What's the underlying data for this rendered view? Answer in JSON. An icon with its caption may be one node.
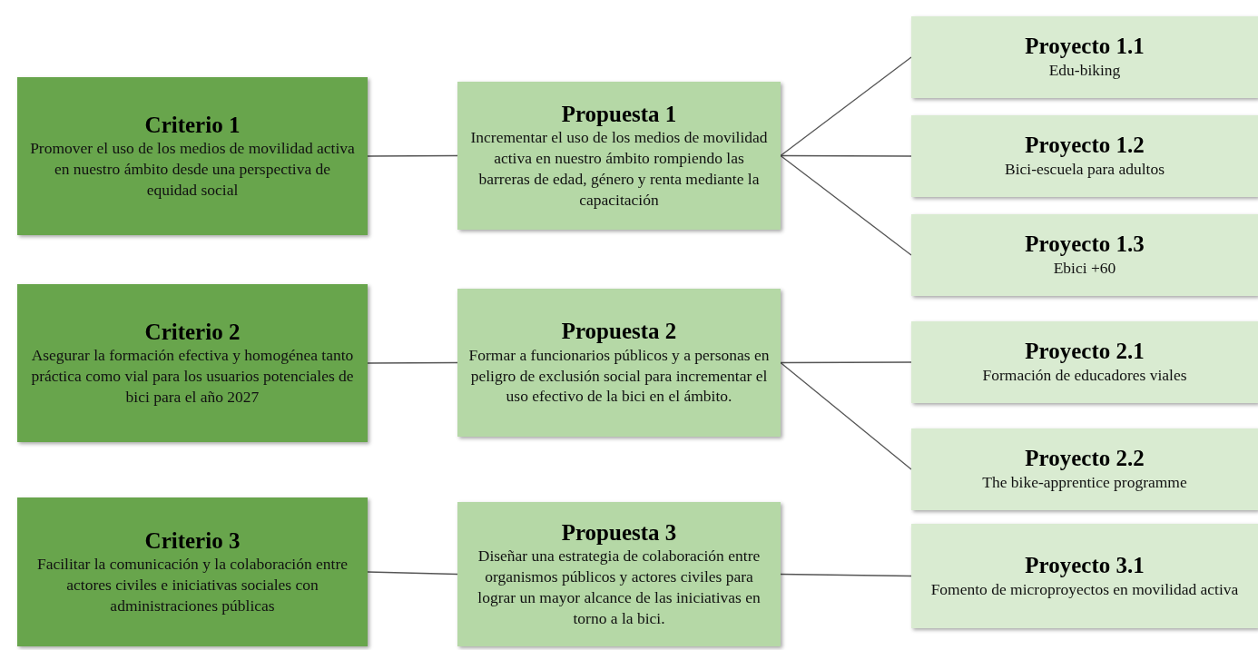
{
  "diagram": {
    "nodes": [
      {
        "text": [
          "Criterio 1",
          "Promover el uso de los medios de movilidad activa en nuestro ámbito desde una perspectiva de equidad social"
        ]
      },
      {
        "text": [
          "Propuesta 1",
          "Incrementar el uso de los medios de movilidad activa en nuestro ámbito rompiendo las barreras de edad, género y renta mediante la capacitación"
        ]
      },
      {
        "text": [
          "Proyecto 1.1",
          "Edu-biking"
        ]
      },
      {
        "text": [
          "Proyecto 1.2",
          "Bici-escuela para adultos"
        ]
      },
      {
        "text": [
          "Proyecto 1.3",
          "Ebici +60"
        ]
      },
      {
        "text": [
          "Criterio 2",
          "Asegurar la formación efectiva y homogénea tanto práctica como vial para los usuarios potenciales de bici para el año 2027"
        ]
      },
      {
        "text": [
          "Propuesta 2",
          "Formar a funcionarios públicos y a personas en peligro de exclusión social para incrementar el uso efectivo de la bici en el ámbito."
        ]
      },
      {
        "text": [
          "Proyecto 2.1",
          "Formación de educadores viales"
        ]
      },
      {
        "text": [
          "Proyecto 2.2",
          "The bike-apprentice programme"
        ]
      },
      {
        "text": [
          "Criterio 3",
          "Facilitar la comunicación y la colaboración entre actores civiles e iniciativas sociales con administraciones públicas"
        ]
      },
      {
        "text": [
          "Propuesta 3",
          "Diseñar una estrategia de colaboración entre organismos públicos y actores civiles para lograr un mayor alcance de las iniciativas en torno a la bici."
        ]
      },
      {
        "text": [
          "Proyecto 3.1",
          "Fomento de microproyectos en movilidad activa"
        ]
      }
    ],
    "edges": [
      {
        "from": 0,
        "to": 1,
        "arrow": "none"
      },
      {
        "from": 1,
        "to": 2,
        "arrow": "none"
      },
      {
        "from": 1,
        "to": 3,
        "arrow": "none"
      },
      {
        "from": 1,
        "to": 4,
        "arrow": "none"
      },
      {
        "from": 5,
        "to": 6,
        "arrow": "none"
      },
      {
        "from": 6,
        "to": 7,
        "arrow": "none"
      },
      {
        "from": 6,
        "to": 8,
        "arrow": "none"
      },
      {
        "from": 9,
        "to": 10,
        "arrow": "none"
      },
      {
        "from": 10,
        "to": 11,
        "arrow": "none"
      }
    ]
  }
}
